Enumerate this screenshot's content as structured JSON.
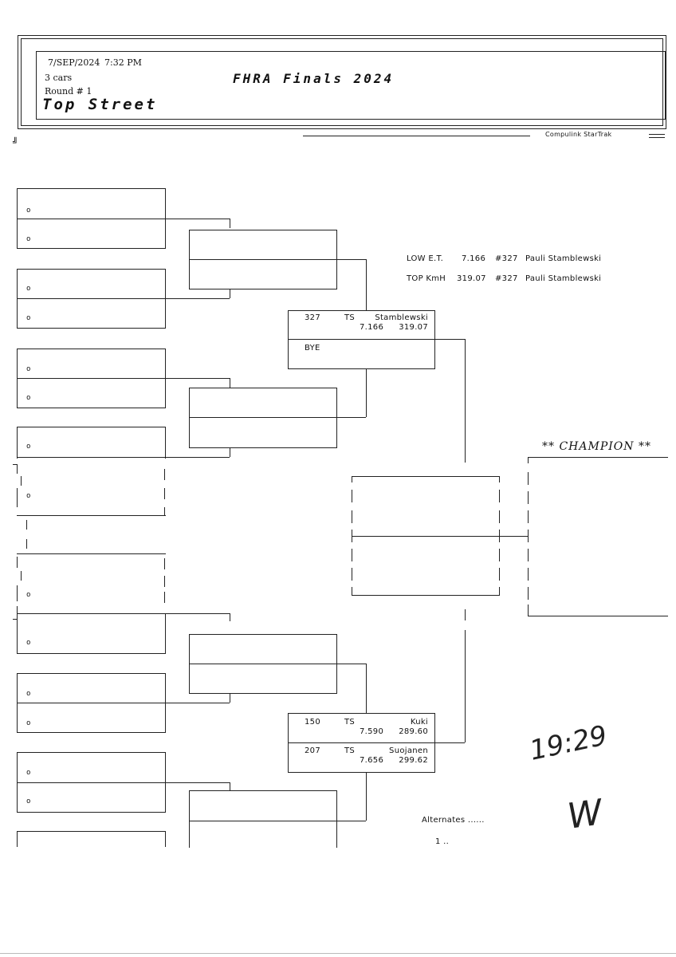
{
  "header": {
    "date": "7/SEP/2024",
    "time": "7:32 PM",
    "cars": "3 cars",
    "round": "Round # 1",
    "event_title": "FHRA Finals 2024",
    "class_name": "Top Street",
    "footer_brand": "Compulink  StarTrak"
  },
  "records": [
    {
      "label": "LOW E.T.",
      "value": "7.166",
      "car": "#327",
      "driver": "Pauli Stamblewski"
    },
    {
      "label": "TOP KmH",
      "value": "319.07",
      "car": "#327",
      "driver": "Pauli Stamblewski"
    }
  ],
  "first_round_marker": "o",
  "semifinal_top": {
    "lane1": {
      "car": "327",
      "class": "TS",
      "name": "Stamblewski",
      "et": "7.166",
      "speed": "319.07"
    },
    "lane2": {
      "label": "BYE"
    }
  },
  "semifinal_bottom": {
    "lane1": {
      "car": "150",
      "class": "TS",
      "name": "Kuki",
      "et": "7.590",
      "speed": "289.60"
    },
    "lane2": {
      "car": "207",
      "class": "TS",
      "name": "Suojanen",
      "et": "7.656",
      "speed": "299.62"
    }
  },
  "champion_label": "** CHAMPION **",
  "alternates": {
    "label": "Alternates ......",
    "first": "1 .."
  },
  "handwritten": {
    "time": "19:29",
    "initials": "W"
  }
}
